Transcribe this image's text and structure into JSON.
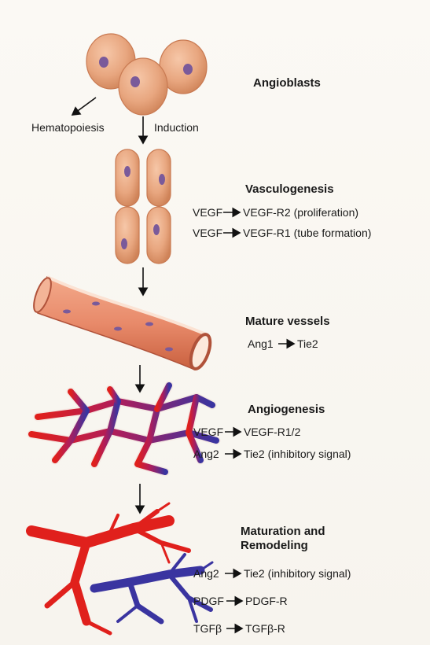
{
  "side_labels": {
    "hematopoiesis": "Hematopoiesis",
    "induction": "Induction"
  },
  "stages": [
    {
      "heading": "Angioblasts",
      "signals": []
    },
    {
      "heading": "Vasculogenesis",
      "signals": [
        {
          "ligand": "VEGF",
          "receptor": "VEGF-R2 (proliferation)"
        },
        {
          "ligand": "VEGF",
          "receptor": "VEGF-R1 (tube formation)"
        }
      ]
    },
    {
      "heading": "Mature vessels",
      "signals": [
        {
          "ligand": "Ang1",
          "receptor": "Tie2"
        }
      ]
    },
    {
      "heading": "Angiogenesis",
      "signals": [
        {
          "ligand": "VEGF",
          "receptor": "VEGF-R1/2"
        },
        {
          "ligand": "Ang2",
          "receptor": "Tie2 (inhibitory signal)"
        }
      ]
    },
    {
      "heading_lines": [
        "Maturation and",
        "Remodeling"
      ],
      "signals": [
        {
          "ligand": "Ang2",
          "receptor": "Tie2 (inhibitory signal)"
        },
        {
          "ligand": "PDGF",
          "receptor": "PDGF-R"
        },
        {
          "ligand": "TGFβ",
          "receptor": "TGFβ-R"
        }
      ]
    }
  ],
  "colors": {
    "cell_fill": "#e8a67f",
    "cell_edge": "#c97a52",
    "nucleus": "#7a5a9a",
    "artery_red": "#e0201c",
    "vein_blue": "#3a34a0",
    "arrow": "#111111"
  }
}
